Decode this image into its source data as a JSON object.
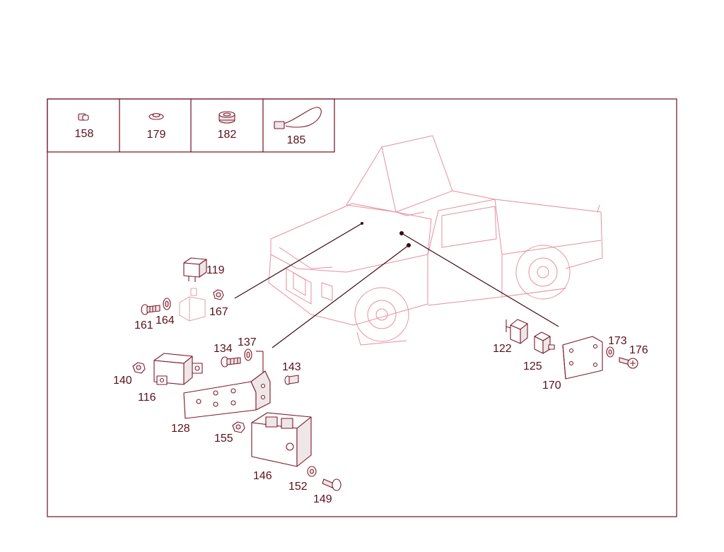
{
  "header_parts": [
    "158",
    "179",
    "182",
    "185"
  ],
  "callouts": {
    "p119": "119",
    "p167": "167",
    "p161": "161",
    "p164": "164",
    "p134": "134",
    "p137": "137",
    "p143": "143",
    "p140": "140",
    "p116": "116",
    "p128": "128",
    "p155": "155",
    "p146": "146",
    "p152": "152",
    "p149": "149",
    "p122": "122",
    "p125": "125",
    "p170": "170",
    "p173": "173",
    "p176": "176"
  },
  "colors": {
    "frame": "#6b1022",
    "vehicle": "#e58fa0",
    "label": "#5a0f1a",
    "part": "#7a1a2a"
  }
}
